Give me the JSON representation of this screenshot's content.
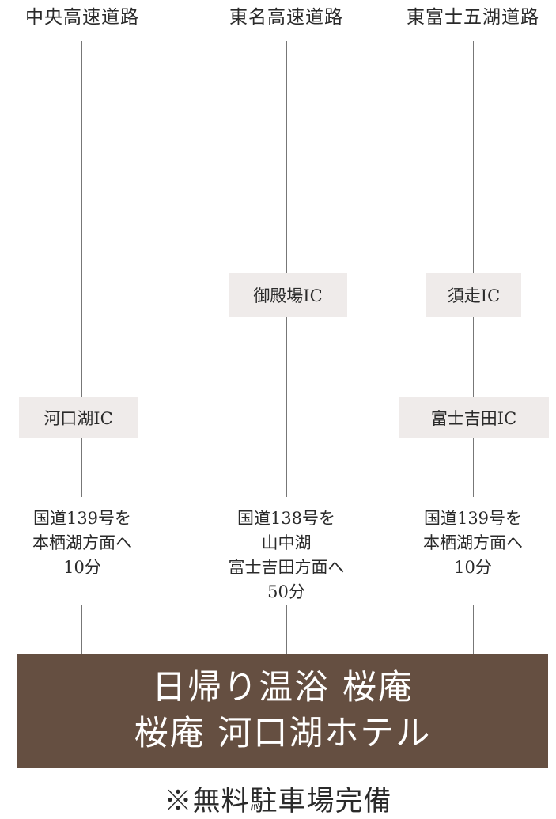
{
  "columns": [
    {
      "title": "中央高速道路",
      "ics": [
        "河口湖IC"
      ],
      "route": [
        "国道139号を",
        "本栖湖方面へ",
        "10分"
      ]
    },
    {
      "title": "東名高速道路",
      "ics": [
        "御殿場IC"
      ],
      "route": [
        "国道138号を",
        "山中湖",
        "富士吉田方面へ",
        "50分"
      ]
    },
    {
      "title": "東富士五湖道路",
      "ics": [
        "須走IC",
        "富士吉田IC"
      ],
      "route": [
        "国道139号を",
        "本栖湖方面へ",
        "10分"
      ]
    }
  ],
  "destination": {
    "line1": "日帰り温浴 桜庵",
    "line2": "桜庵 河口湖ホテル"
  },
  "parking_note": "※無料駐車場完備",
  "colors": {
    "banner": "#654f41",
    "ic_box": "#efebea",
    "line": "#777777"
  }
}
